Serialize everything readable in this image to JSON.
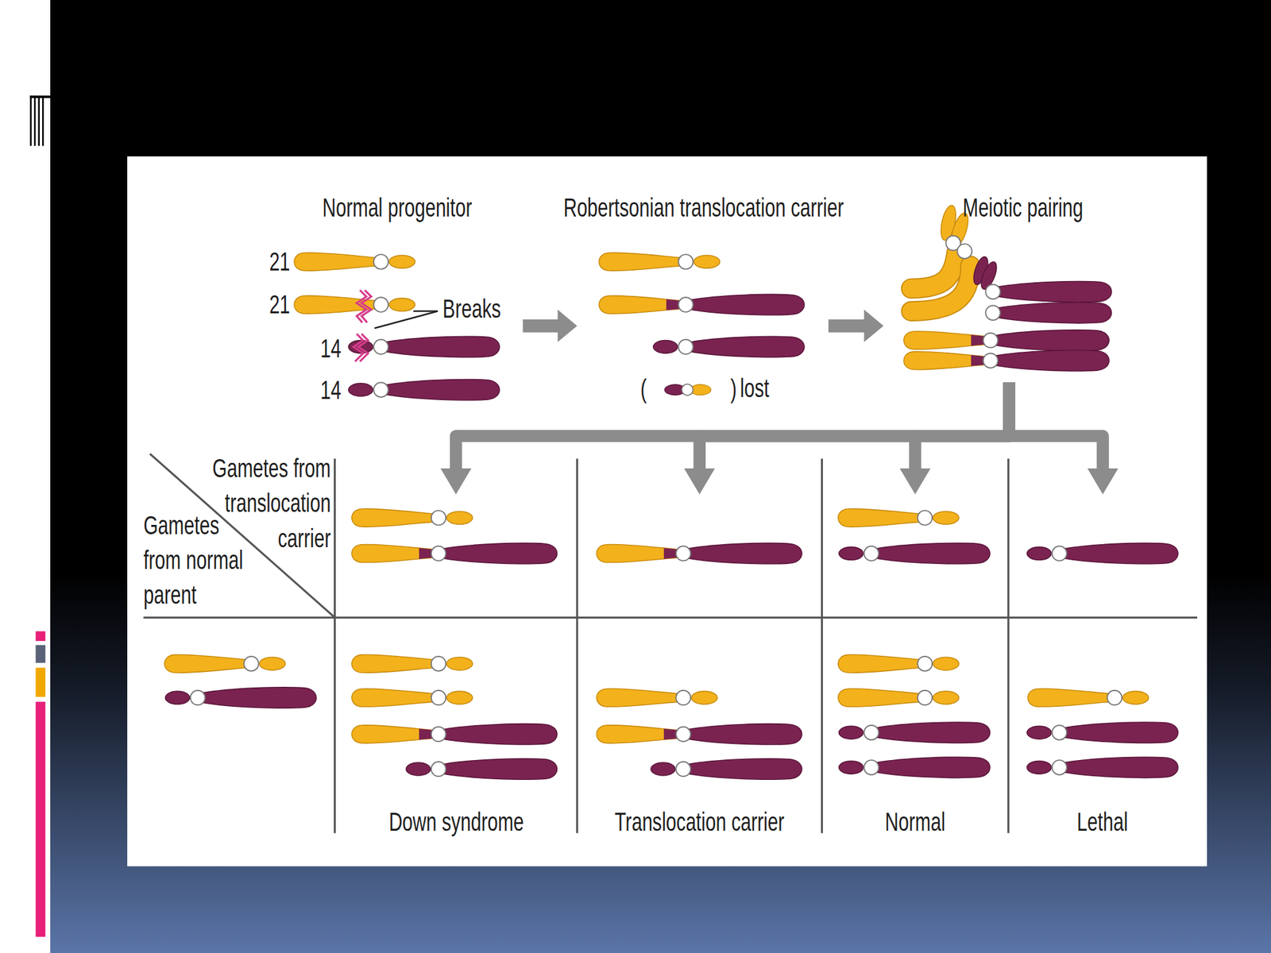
{
  "diagram": {
    "nodes": [
      {
        "text": [
          "Normal progenitor"
        ]
      },
      {
        "text": [
          "Robertsonian translocation carrier"
        ]
      },
      {
        "text": [
          "Meiotic pairing"
        ]
      },
      {
        "text": [
          "Down syndrome"
        ]
      },
      {
        "text": [
          "Translocation carrier"
        ]
      },
      {
        "text": [
          "Normal"
        ]
      },
      {
        "text": [
          "Lethal"
        ]
      }
    ],
    "edges": [
      {
        "from": 0,
        "to": 1,
        "arrow": "to"
      },
      {
        "from": 1,
        "to": 2,
        "arrow": "to"
      },
      {
        "from": 2,
        "to": 3,
        "arrow": "to"
      },
      {
        "from": 2,
        "to": 4,
        "arrow": "to"
      },
      {
        "from": 2,
        "to": 5,
        "arrow": "to"
      },
      {
        "from": 2,
        "to": 6,
        "arrow": "to"
      }
    ],
    "labels": [
      "21",
      "21",
      "Breaks",
      "14",
      "14",
      "(",
      ")",
      "lost",
      "Gametes from translocation carrier",
      "Gametes from normal parent"
    ]
  }
}
